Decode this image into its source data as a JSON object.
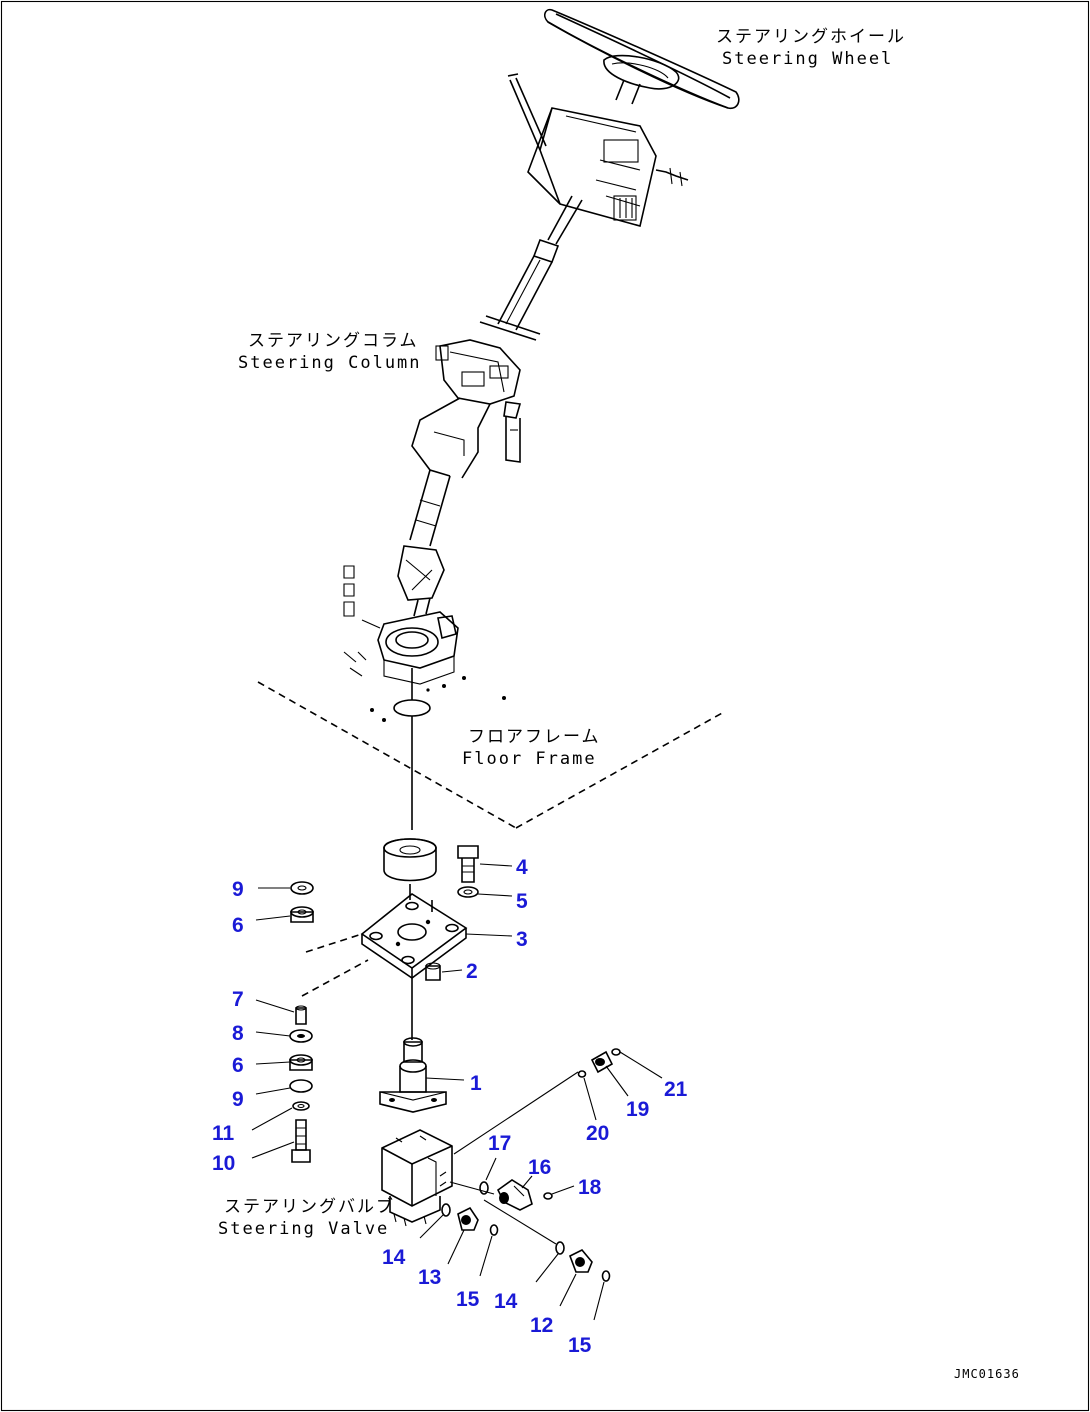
{
  "labels": {
    "steering_wheel_jp": "ステアリングホイール",
    "steering_wheel_en": "Steering Wheel",
    "steering_column_jp": "ステアリングコラム",
    "steering_column_en": "Steering Column",
    "floor_frame_jp": "フロアフレーム",
    "floor_frame_en": "Floor Frame",
    "steering_valve_jp": "ステアリングバルブ",
    "steering_valve_en": "Steering Valve"
  },
  "part_callouts": [
    {
      "id": "p9a",
      "number": "9"
    },
    {
      "id": "p6a",
      "number": "6"
    },
    {
      "id": "p7",
      "number": "7"
    },
    {
      "id": "p8",
      "number": "8"
    },
    {
      "id": "p6b",
      "number": "6"
    },
    {
      "id": "p9b",
      "number": "9"
    },
    {
      "id": "p11",
      "number": "11"
    },
    {
      "id": "p10",
      "number": "10"
    },
    {
      "id": "p4",
      "number": "4"
    },
    {
      "id": "p5",
      "number": "5"
    },
    {
      "id": "p3",
      "number": "3"
    },
    {
      "id": "p2",
      "number": "2"
    },
    {
      "id": "p1",
      "number": "1"
    },
    {
      "id": "p21",
      "number": "21"
    },
    {
      "id": "p19",
      "number": "19"
    },
    {
      "id": "p20",
      "number": "20"
    },
    {
      "id": "p17",
      "number": "17"
    },
    {
      "id": "p16",
      "number": "16"
    },
    {
      "id": "p18",
      "number": "18"
    },
    {
      "id": "p14a",
      "number": "14"
    },
    {
      "id": "p13",
      "number": "13"
    },
    {
      "id": "p15a",
      "number": "15"
    },
    {
      "id": "p14b",
      "number": "14"
    },
    {
      "id": "p12",
      "number": "12"
    },
    {
      "id": "p15b",
      "number": "15"
    }
  ],
  "drawing_number": "JMC01636"
}
